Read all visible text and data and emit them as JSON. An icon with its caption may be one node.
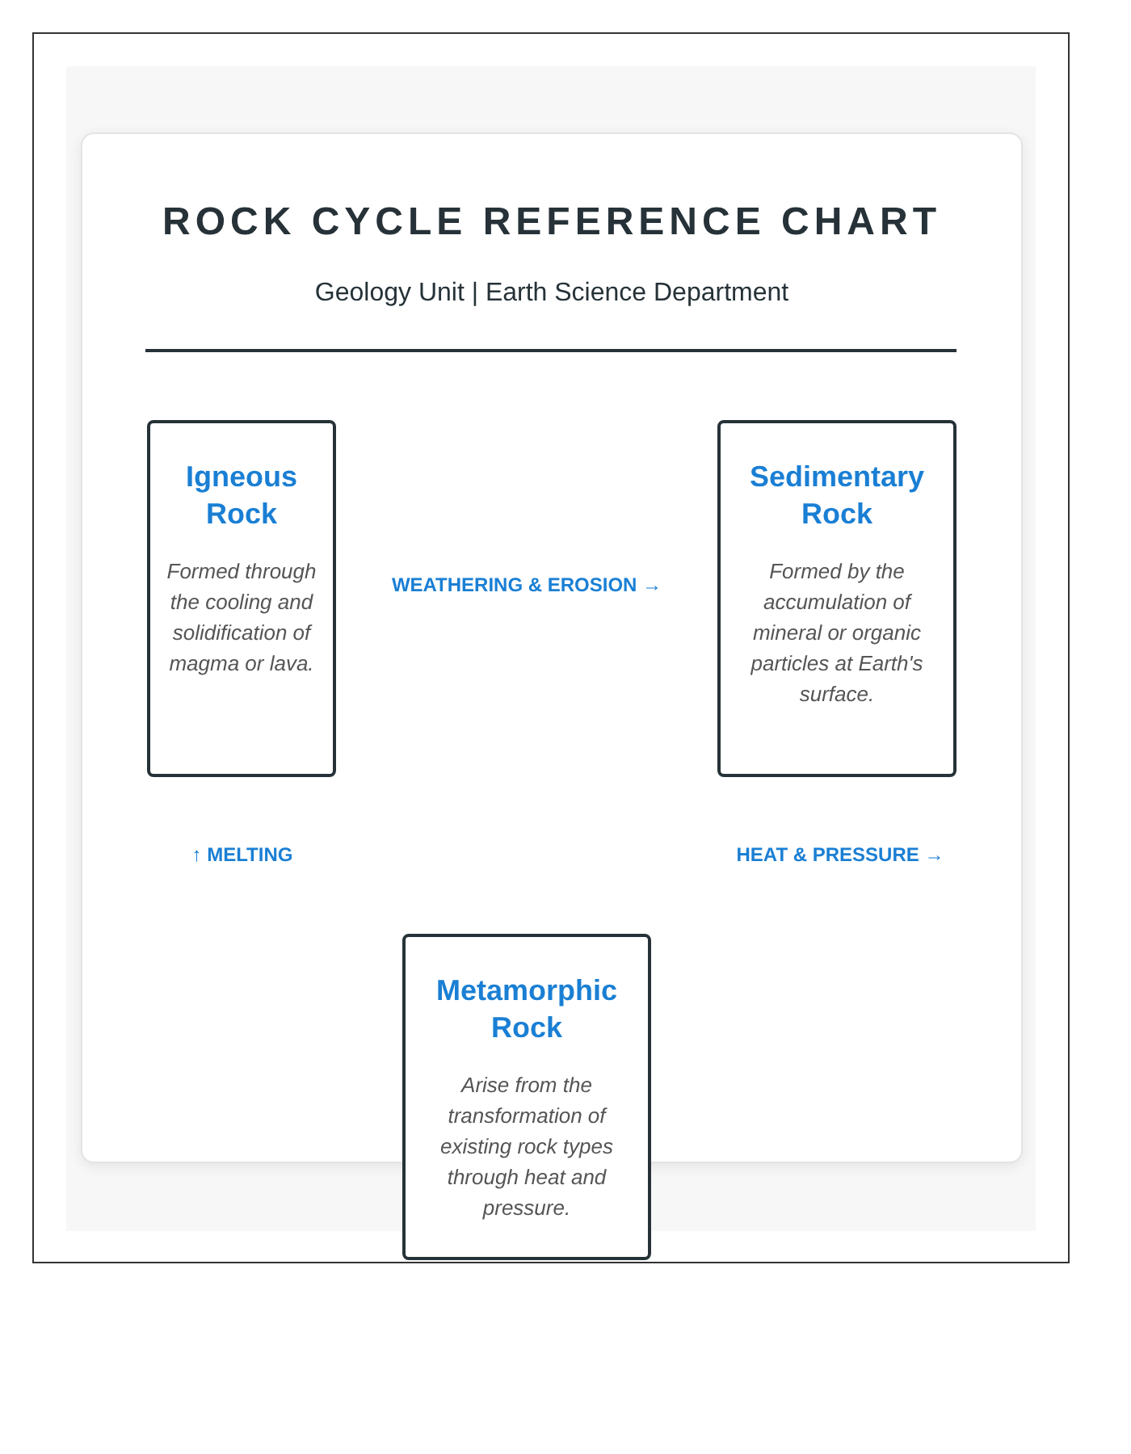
{
  "diagram": {
    "title": "ROCK CYCLE REFERENCE CHART",
    "nodes": [
      {
        "text": [
          "Igneous Rock",
          "Formed through the cooling and solidification of magma or lava."
        ]
      },
      {
        "text": [
          "Sedimentary Rock",
          "Formed by the accumulation of mineral or organic particles at Earth's surface."
        ]
      },
      {
        "text": [
          "Metamorphic Rock",
          "Arise from the transformation of existing rock types through heat and pressure."
        ]
      }
    ],
    "labels": [
      "Geology Unit | Earth Science Department",
      "WEATHERING & EROSION →",
      "↑ MELTING",
      "HEAT & PRESSURE →"
    ]
  }
}
